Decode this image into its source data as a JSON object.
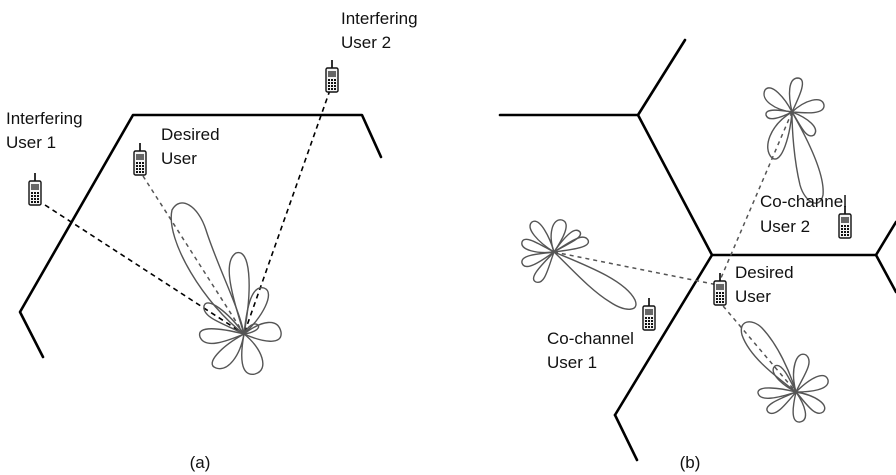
{
  "panel_a": {
    "caption": "(a)",
    "interfering_user_1": [
      "Interfering",
      "User 1"
    ],
    "interfering_user_2": [
      "Interfering",
      "User 2"
    ],
    "desired_user": [
      "Desired",
      "User"
    ]
  },
  "panel_b": {
    "caption": "(b)",
    "co_channel_user_1": [
      "Co-channel",
      "User 1"
    ],
    "co_channel_user_2": [
      "Co-channel",
      "User 2"
    ],
    "desired_user": [
      "Desired",
      "User"
    ]
  },
  "icons": {
    "handset": "mobile-phone-icon"
  }
}
